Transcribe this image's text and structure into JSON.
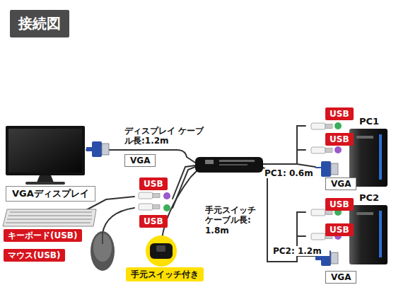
{
  "diagram": {
    "title": "接続図",
    "nodes": [
      {
        "text": [
          "VGAディスプレイ"
        ]
      },
      {
        "text": [
          "キーボード(USB)"
        ]
      },
      {
        "text": [
          "マウス(USB)"
        ]
      },
      {
        "text": [
          "手元スイッチ付き"
        ]
      },
      {
        "text": [
          "VGA"
        ]
      },
      {
        "text": [
          "USB"
        ]
      },
      {
        "text": [
          "USB"
        ]
      },
      {
        "text": [
          "USB"
        ]
      },
      {
        "text": [
          "USB"
        ]
      },
      {
        "text": [
          "VGA"
        ]
      },
      {
        "text": [
          "USB"
        ]
      },
      {
        "text": [
          "USB"
        ]
      },
      {
        "text": [
          "VGA"
        ]
      }
    ],
    "labels": [
      "ディスプレイ ケーブル長:1.2m",
      "手元スイッチ ケーブル長: 1.8m",
      "PC1: 0.6m",
      "PC2: 1.2m",
      "PC1",
      "PC2"
    ]
  }
}
